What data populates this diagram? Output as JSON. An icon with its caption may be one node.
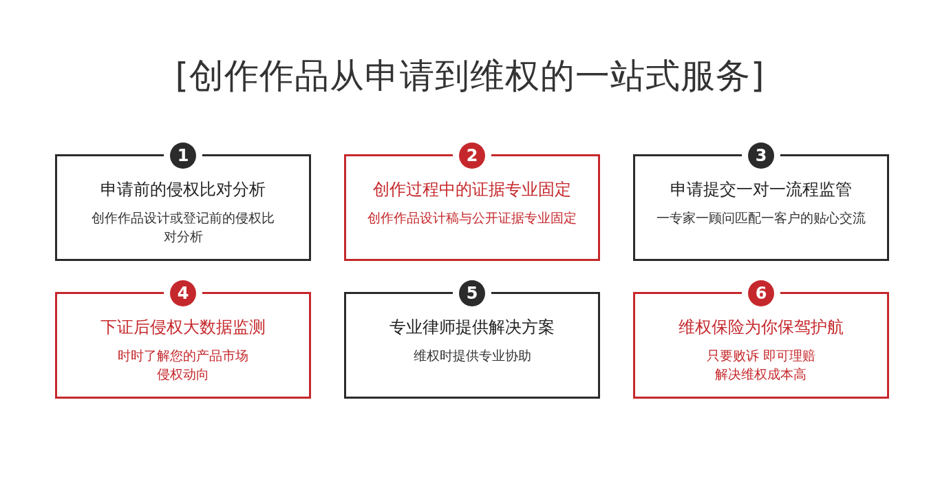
{
  "diagram": {
    "title": "[创作作品从申请到维权的一站式服务]",
    "nodes": [
      {
        "text": [
          "1",
          "申请前的侵权比对分析",
          "创作作品设计或登记前的侵权比对分析"
        ]
      },
      {
        "text": [
          "2",
          "创作过程中的证据专业固定",
          "创作作品设计稿与公开证据专业固定"
        ]
      },
      {
        "text": [
          "3",
          "申请提交一对一流程监管",
          "一专家一顾问匹配一客户的贴心交流"
        ]
      },
      {
        "text": [
          "4",
          "下证后侵权大数据监测",
          "时时了解您的产品市场侵权动向"
        ]
      },
      {
        "text": [
          "5",
          "专业律师提供解决方案",
          "维权时提供专业协助"
        ]
      },
      {
        "text": [
          "6",
          "维权保险为你保驾护航",
          "只要败诉 即可理赔解决维权成本高"
        ]
      }
    ]
  }
}
